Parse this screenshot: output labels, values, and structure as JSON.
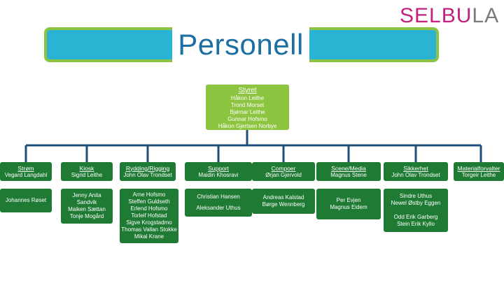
{
  "logo": {
    "text": "SELBULAN"
  },
  "title": "Personell",
  "board": {
    "heading": "Styret",
    "members": [
      "Håkon Leithe",
      "Trond Morset",
      "Bjørnar Leithe",
      "Gunnar Hofsmo",
      "Håkon Gjertsen Norbye"
    ]
  },
  "departments": [
    {
      "head": "Strøm",
      "leader": "Vegard Langdahl",
      "members": [
        "Johannes Røset"
      ]
    },
    {
      "head": "Kiosk",
      "leader": "Sigrid Leithe",
      "members": [
        "Jenny Anita",
        "Sandvik",
        "Maiken Sættan",
        "Tonje Mogård"
      ]
    },
    {
      "head": "Rydding/Rigging",
      "leader": "John Olav Trondset",
      "members": [
        "Arne Hofsmo",
        "Steffen Guldseth",
        "Erlend Hofsmo",
        "Torleif Hofstad",
        "Sigve Krogstadmo",
        "Thomas Vallan Stokke",
        "Mikal Krane"
      ]
    },
    {
      "head": "Support",
      "leader": "Maidin Khosravi",
      "members": [
        "Christian Hansen",
        "Aleksander Uthus"
      ]
    },
    {
      "head": "Compoer",
      "leader": "Ørjan Gjervold",
      "members": [
        "Andreas Kalstad",
        "Børge Wennberg"
      ]
    },
    {
      "head": "Scene/Media",
      "leader": "Magnus Stene",
      "members": [
        "Per Evjen",
        "Magnus Eidem"
      ]
    },
    {
      "head": "Sikkerhet",
      "leader": "John Olav Trondset",
      "members": [
        "Sindre Uthus",
        "Newel Østby Eggen",
        "",
        "Odd Erik Garberg",
        "Stein Erik Kyllo"
      ]
    },
    {
      "head": "Materialforvalter",
      "leader": "Torgeir Leithe",
      "members": []
    }
  ]
}
